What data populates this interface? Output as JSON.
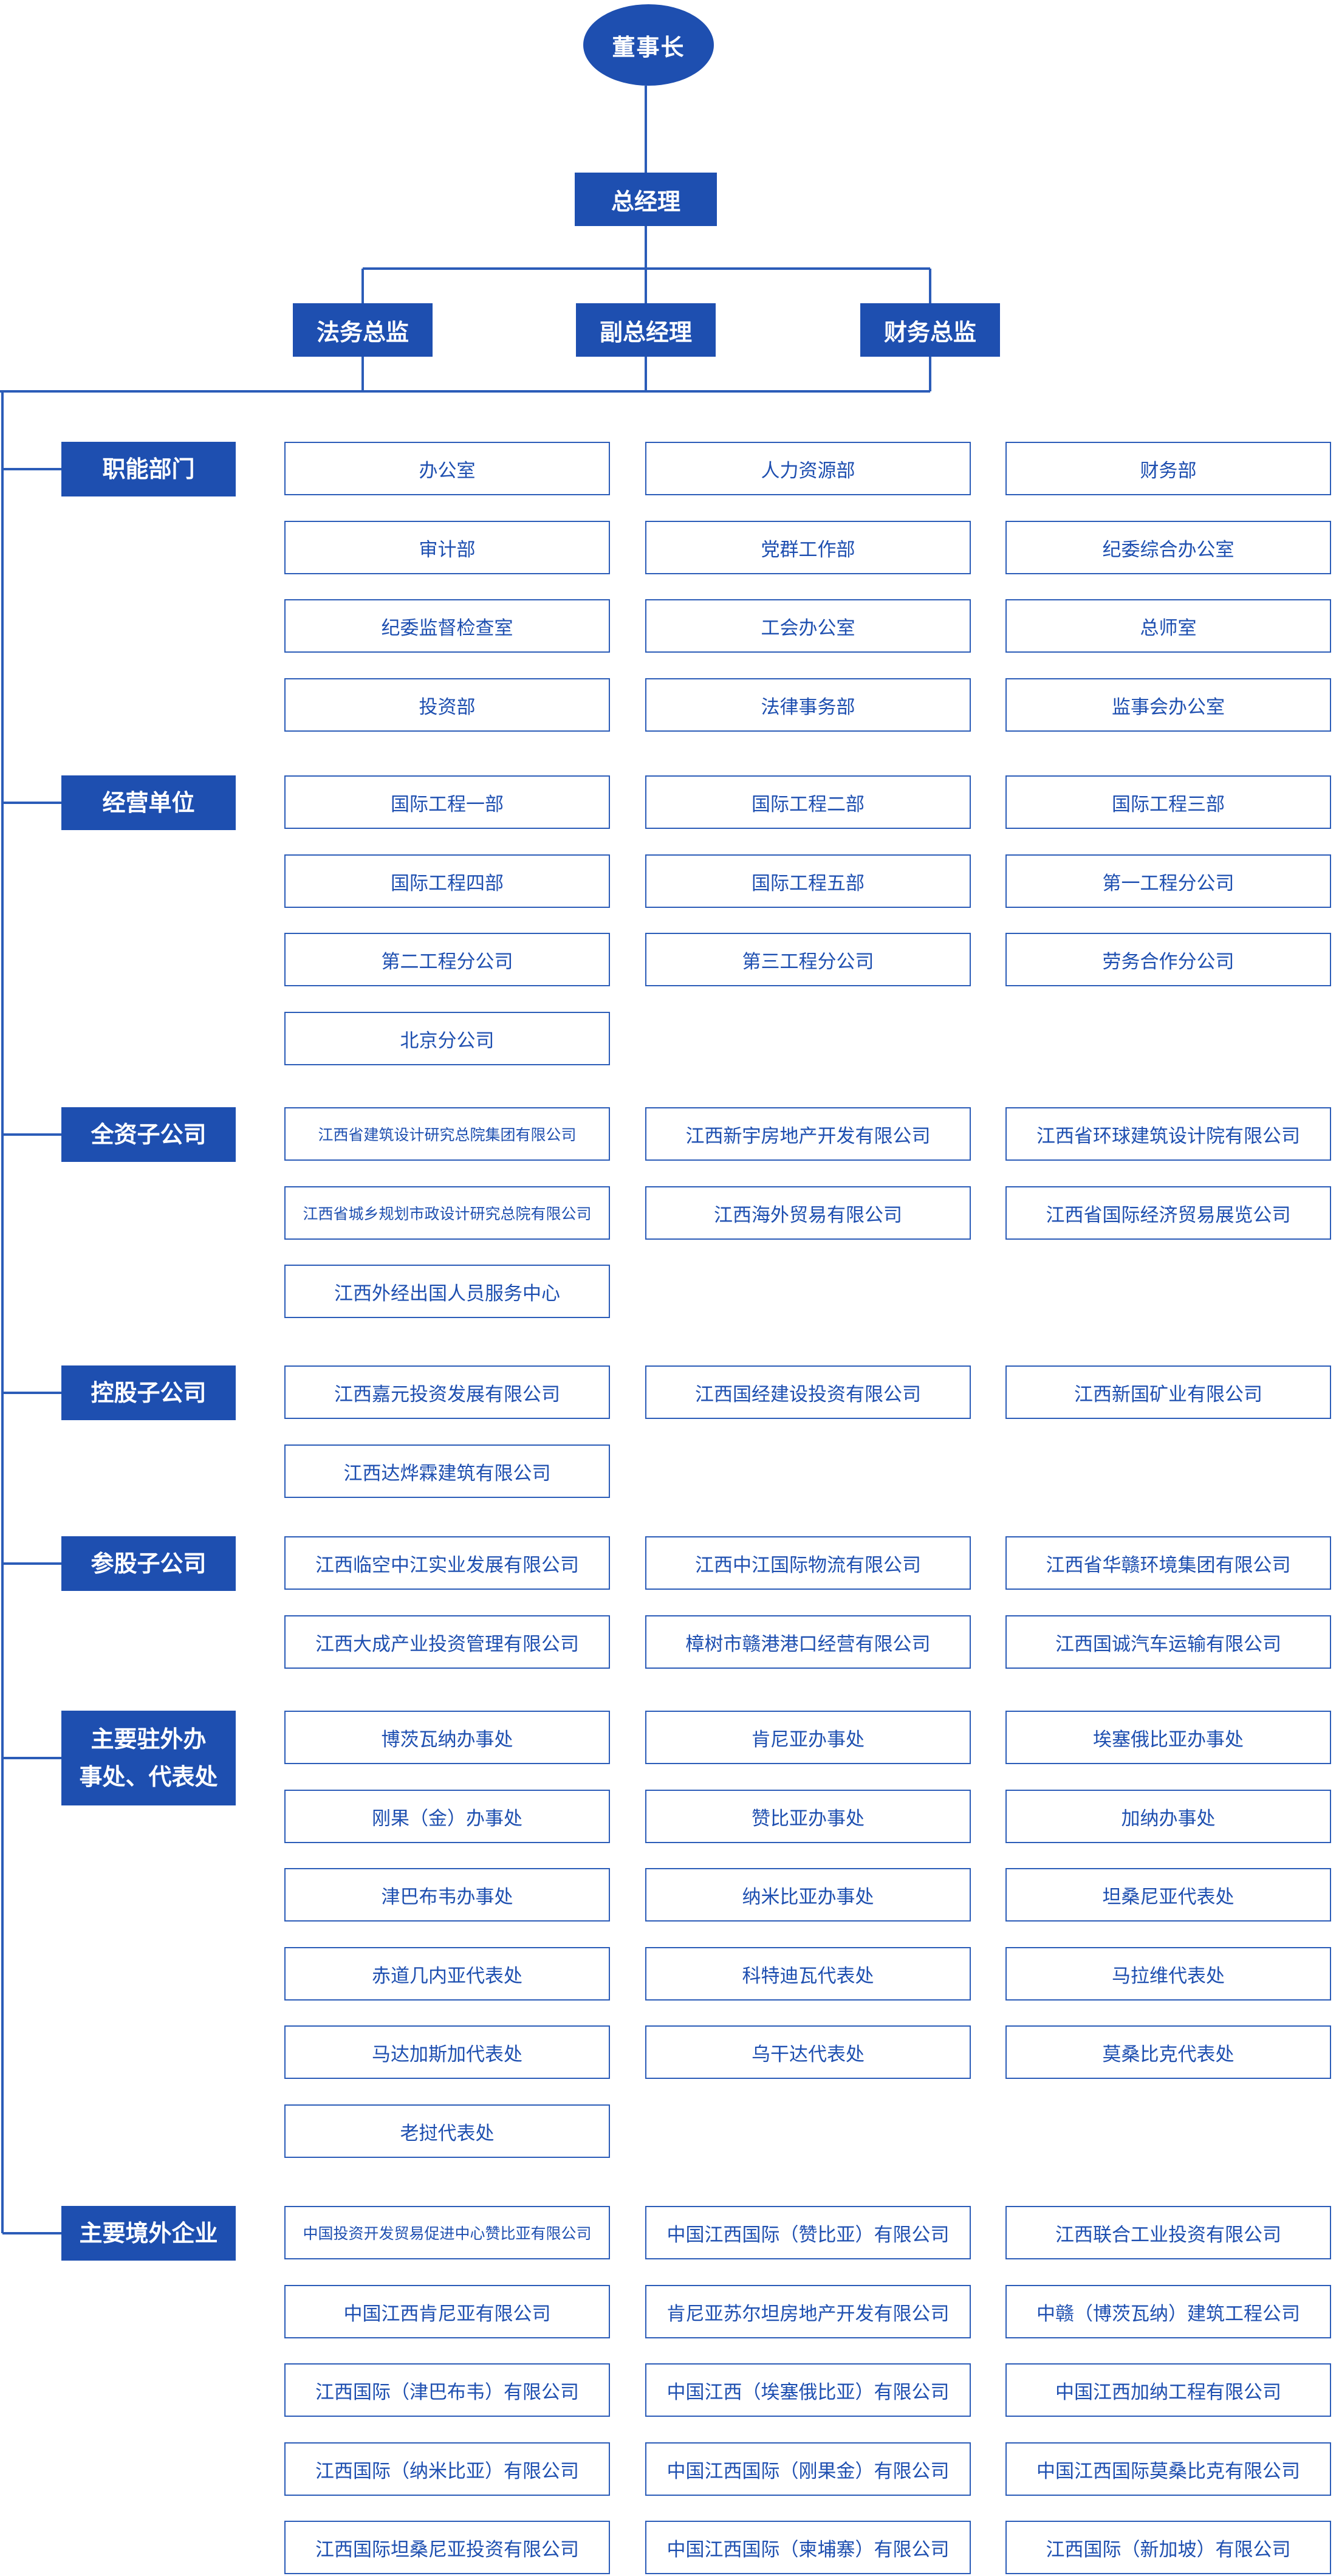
{
  "chairman": "董事长",
  "general_manager": "总经理",
  "deputies": [
    "法务总监",
    "副总经理",
    "财务总监"
  ],
  "categories": [
    {
      "label": "职能部门",
      "units": [
        "办公室",
        "人力资源部",
        "财务部",
        "审计部",
        "党群工作部",
        "纪委综合办公室",
        "纪委监督检查室",
        "工会办公室",
        "总师室",
        "投资部",
        "法律事务部",
        "监事会办公室"
      ]
    },
    {
      "label": "经营单位",
      "units": [
        "国际工程一部",
        "国际工程二部",
        "国际工程三部",
        "国际工程四部",
        "国际工程五部",
        "第一工程分公司",
        "第二工程分公司",
        "第三工程分公司",
        "劳务合作分公司",
        "北京分公司"
      ]
    },
    {
      "label": "全资子公司",
      "units": [
        "江西省建筑设计研究总院集团有限公司",
        "江西新宇房地产开发有限公司",
        "江西省环球建筑设计院有限公司",
        "江西省城乡规划市政设计研究总院有限公司",
        "江西海外贸易有限公司",
        "江西省国际经济贸易展览公司",
        "江西外经出国人员服务中心"
      ]
    },
    {
      "label": "控股子公司",
      "units": [
        "江西嘉元投资发展有限公司",
        "江西国经建设投资有限公司",
        "江西新国矿业有限公司",
        "江西达烨霖建筑有限公司"
      ]
    },
    {
      "label": "参股子公司",
      "units": [
        "江西临空中江实业发展有限公司",
        "江西中江国际物流有限公司",
        "江西省华赣环境集团有限公司",
        "江西大成产业投资管理有限公司",
        "樟树市赣港港口经营有限公司",
        "江西国诚汽车运输有限公司"
      ]
    },
    {
      "label": "主要驻外办\n事处、代表处",
      "units": [
        "博茨瓦纳办事处",
        "肯尼亚办事处",
        "埃塞俄比亚办事处",
        "刚果（金）办事处",
        "赞比亚办事处",
        "加纳办事处",
        "津巴布韦办事处",
        "纳米比亚办事处",
        "坦桑尼亚代表处",
        "赤道几内亚代表处",
        "科特迪瓦代表处",
        "马拉维代表处",
        "马达加斯加代表处",
        "乌干达代表处",
        "莫桑比克代表处",
        "老挝代表处"
      ]
    },
    {
      "label": "主要境外企业",
      "units": [
        "中国投资开发贸易促进中心赞比亚有限公司",
        "中国江西国际（赞比亚）有限公司",
        "江西联合工业投资有限公司",
        "中国江西肯尼亚有限公司",
        "肯尼亚苏尔坦房地产开发有限公司",
        "中赣（博茨瓦纳）建筑工程公司",
        "江西国际（津巴布韦）有限公司",
        "中国江西（埃塞俄比亚）有限公司",
        "中国江西加纳工程有限公司",
        "江西国际（纳米比亚）有限公司",
        "中国江西国际（刚果金）有限公司",
        "中国江西国际莫桑比克有限公司",
        "江西国际坦桑尼亚投资有限公司",
        "中国江西国际（柬埔寨）有限公司",
        "江西国际（新加坡）有限公司"
      ]
    }
  ],
  "colors": {
    "primary": "#1e4fb0",
    "border": "#2b5cb8",
    "line": "#2b5cb8"
  }
}
